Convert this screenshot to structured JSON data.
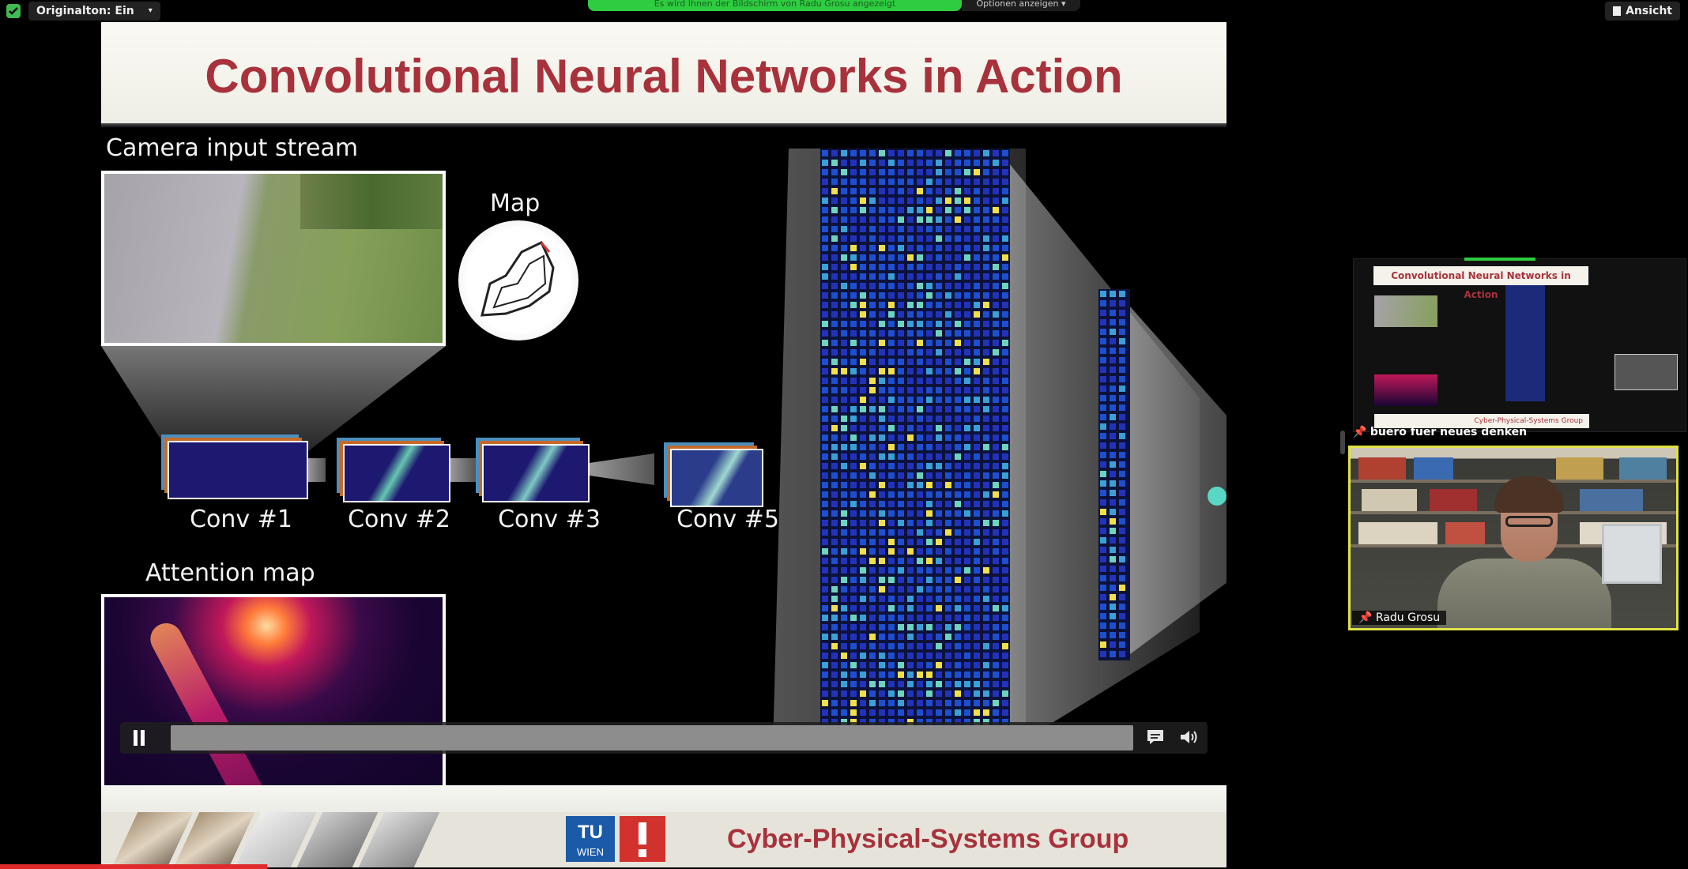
{
  "topbar": {
    "original_audio_label": "Originalton: Ein",
    "share_banner": "Es wird Ihnen der Bildschirm von Radu Grosu angezeigt",
    "options_label": "Optionen anzeigen",
    "view_label": "Ansicht"
  },
  "slide": {
    "title": "Convolutional Neural Networks in Action",
    "camera_label": "Camera input stream",
    "map_label": "Map",
    "attention_label": "Attention map",
    "conv_layers": [
      "Conv #1",
      "Conv #2",
      "Conv #3",
      "Conv #5"
    ],
    "footer_group": "Cyber-Physical-Systems Group",
    "logo_text": {
      "top": "TU",
      "bottom": "WIEN"
    }
  },
  "player": {
    "state": "playing",
    "progress": 0
  },
  "right_panel": {
    "thumbnail_title": "Convolutional Neural Networks in Action",
    "thumbnail_footer": "Cyber-Physical-Systems Group",
    "speaker_name": "buero fuer neues denken",
    "participant_name": "Radu Grosu"
  },
  "colors": {
    "accent_red": "#a8323c",
    "share_green": "#2ecc40",
    "active_border": "#e0e246",
    "neuron_palette": [
      "#2233bb",
      "#1d4fd0",
      "#3aa0d8",
      "#6dd4c0",
      "#f2e04a",
      "#1a1f8f"
    ]
  },
  "icons": [
    "shield-icon",
    "chevron-down-icon",
    "view-icon",
    "pause-icon",
    "captions-icon",
    "volume-icon",
    "pin-icon"
  ]
}
